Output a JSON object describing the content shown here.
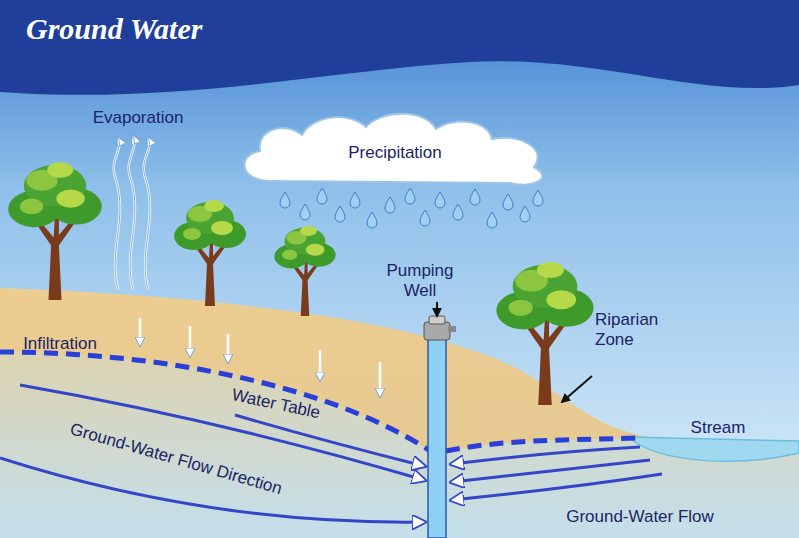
{
  "diagram": {
    "title": "Ground Water",
    "nodes": [
      {
        "text": [
          "Precipitation"
        ]
      }
    ],
    "labels": [
      "Evaporation",
      "Pumping Well",
      "Riparian Zone",
      "Infiltration",
      "Water Table",
      "Ground-Water Flow Direction",
      "Stream",
      "Ground-Water Flow"
    ]
  }
}
